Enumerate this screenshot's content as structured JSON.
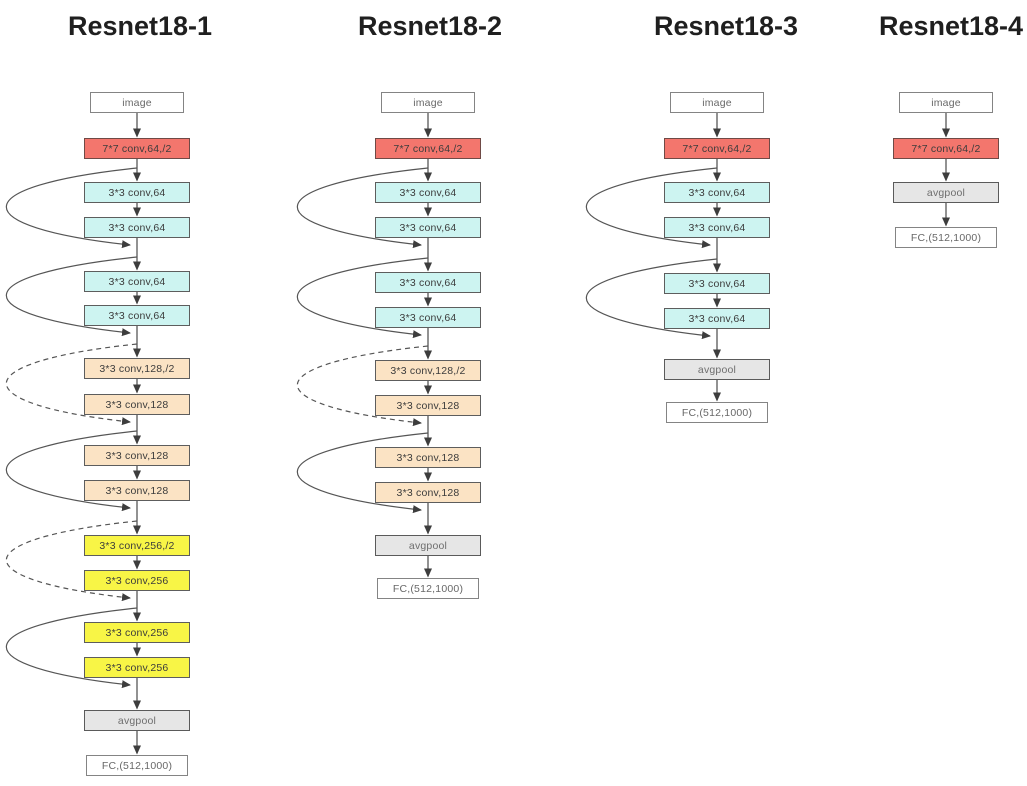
{
  "palette": {
    "conv7": "#f3766d",
    "c64": "#cdf4f1",
    "c128": "#fbe3c4",
    "c256": "#f8f546",
    "pool": "#e6e6e6",
    "io": "#ffffff",
    "line": "#4a4a4a",
    "arrowhead": "#3d3d3d"
  },
  "columns": [
    {
      "title": "Resnet18-1",
      "nodes": [
        {
          "label": "image",
          "type": "io"
        },
        {
          "label": "7*7 conv,64,/2",
          "type": "conv7"
        },
        {
          "label": "3*3 conv,64",
          "type": "c64"
        },
        {
          "label": "3*3 conv,64",
          "type": "c64"
        },
        {
          "label": "3*3 conv,64",
          "type": "c64"
        },
        {
          "label": "3*3 conv,64",
          "type": "c64"
        },
        {
          "label": "3*3 conv,128,/2",
          "type": "c128"
        },
        {
          "label": "3*3 conv,128",
          "type": "c128"
        },
        {
          "label": "3*3 conv,128",
          "type": "c128"
        },
        {
          "label": "3*3 conv,128",
          "type": "c128"
        },
        {
          "label": "3*3 conv,256,/2",
          "type": "c256"
        },
        {
          "label": "3*3 conv,256",
          "type": "c256"
        },
        {
          "label": "3*3 conv,256",
          "type": "c256"
        },
        {
          "label": "3*3 conv,256",
          "type": "c256"
        },
        {
          "label": "avgpool",
          "type": "pool"
        },
        {
          "label": "FC,(512,1000)",
          "type": "io"
        }
      ],
      "skips": [
        {
          "from": 2,
          "to": 3,
          "style": "solid"
        },
        {
          "from": 4,
          "to": 5,
          "style": "solid"
        },
        {
          "from": 6,
          "to": 7,
          "style": "dashed"
        },
        {
          "from": 8,
          "to": 9,
          "style": "solid"
        },
        {
          "from": 10,
          "to": 11,
          "style": "dashed"
        },
        {
          "from": 12,
          "to": 13,
          "style": "solid"
        }
      ]
    },
    {
      "title": "Resnet18-2",
      "nodes": [
        {
          "label": "image",
          "type": "io"
        },
        {
          "label": "7*7 conv,64,/2",
          "type": "conv7"
        },
        {
          "label": "3*3 conv,64",
          "type": "c64"
        },
        {
          "label": "3*3 conv,64",
          "type": "c64"
        },
        {
          "label": "3*3 conv,64",
          "type": "c64"
        },
        {
          "label": "3*3 conv,64",
          "type": "c64"
        },
        {
          "label": "3*3 conv,128,/2",
          "type": "c128"
        },
        {
          "label": "3*3 conv,128",
          "type": "c128"
        },
        {
          "label": "3*3 conv,128",
          "type": "c128"
        },
        {
          "label": "3*3 conv,128",
          "type": "c128"
        },
        {
          "label": "avgpool",
          "type": "pool"
        },
        {
          "label": "FC,(512,1000)",
          "type": "io"
        }
      ],
      "skips": [
        {
          "from": 2,
          "to": 3,
          "style": "solid"
        },
        {
          "from": 4,
          "to": 5,
          "style": "solid"
        },
        {
          "from": 6,
          "to": 7,
          "style": "dashed"
        },
        {
          "from": 8,
          "to": 9,
          "style": "solid"
        }
      ]
    },
    {
      "title": "Resnet18-3",
      "nodes": [
        {
          "label": "image",
          "type": "io"
        },
        {
          "label": "7*7 conv,64,/2",
          "type": "conv7"
        },
        {
          "label": "3*3 conv,64",
          "type": "c64"
        },
        {
          "label": "3*3 conv,64",
          "type": "c64"
        },
        {
          "label": "3*3 conv,64",
          "type": "c64"
        },
        {
          "label": "3*3 conv,64",
          "type": "c64"
        },
        {
          "label": "avgpool",
          "type": "pool"
        },
        {
          "label": "FC,(512,1000)",
          "type": "io"
        }
      ],
      "skips": [
        {
          "from": 2,
          "to": 3,
          "style": "solid"
        },
        {
          "from": 4,
          "to": 5,
          "style": "solid"
        }
      ]
    },
    {
      "title": "Resnet18-4",
      "nodes": [
        {
          "label": "image",
          "type": "io"
        },
        {
          "label": "7*7 conv,64,/2",
          "type": "conv7"
        },
        {
          "label": "avgpool",
          "type": "pool"
        },
        {
          "label": "FC,(512,1000)",
          "type": "io"
        }
      ],
      "skips": []
    }
  ]
}
